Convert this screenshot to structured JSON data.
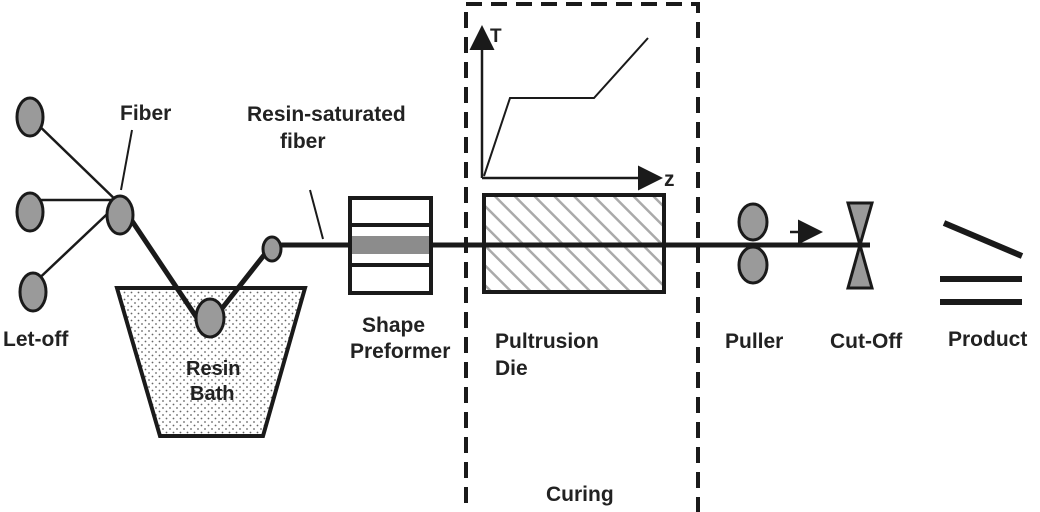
{
  "labels": {
    "fiber": "Fiber",
    "resin_saturated_line1": "Resin-saturated",
    "resin_saturated_line2": "fiber",
    "let_off": "Let-off",
    "resin_bath_line1": "Resin",
    "resin_bath_line2": "Bath",
    "shape_preformer_line1": "Shape",
    "shape_preformer_line2": "Preformer",
    "pultrusion_die_line1": "Pultrusion",
    "pultrusion_die_line2": "Die",
    "curing": "Curing",
    "puller": "Puller",
    "cut_off": "Cut-Off",
    "product": "Product",
    "axis_t": "T",
    "axis_z": "z"
  },
  "colors": {
    "ink": "#1a1a1a",
    "roller_fill": "#9a9a9a",
    "die_hatch": "#b0b0b0",
    "bath_fill": "#f2f2f2"
  }
}
